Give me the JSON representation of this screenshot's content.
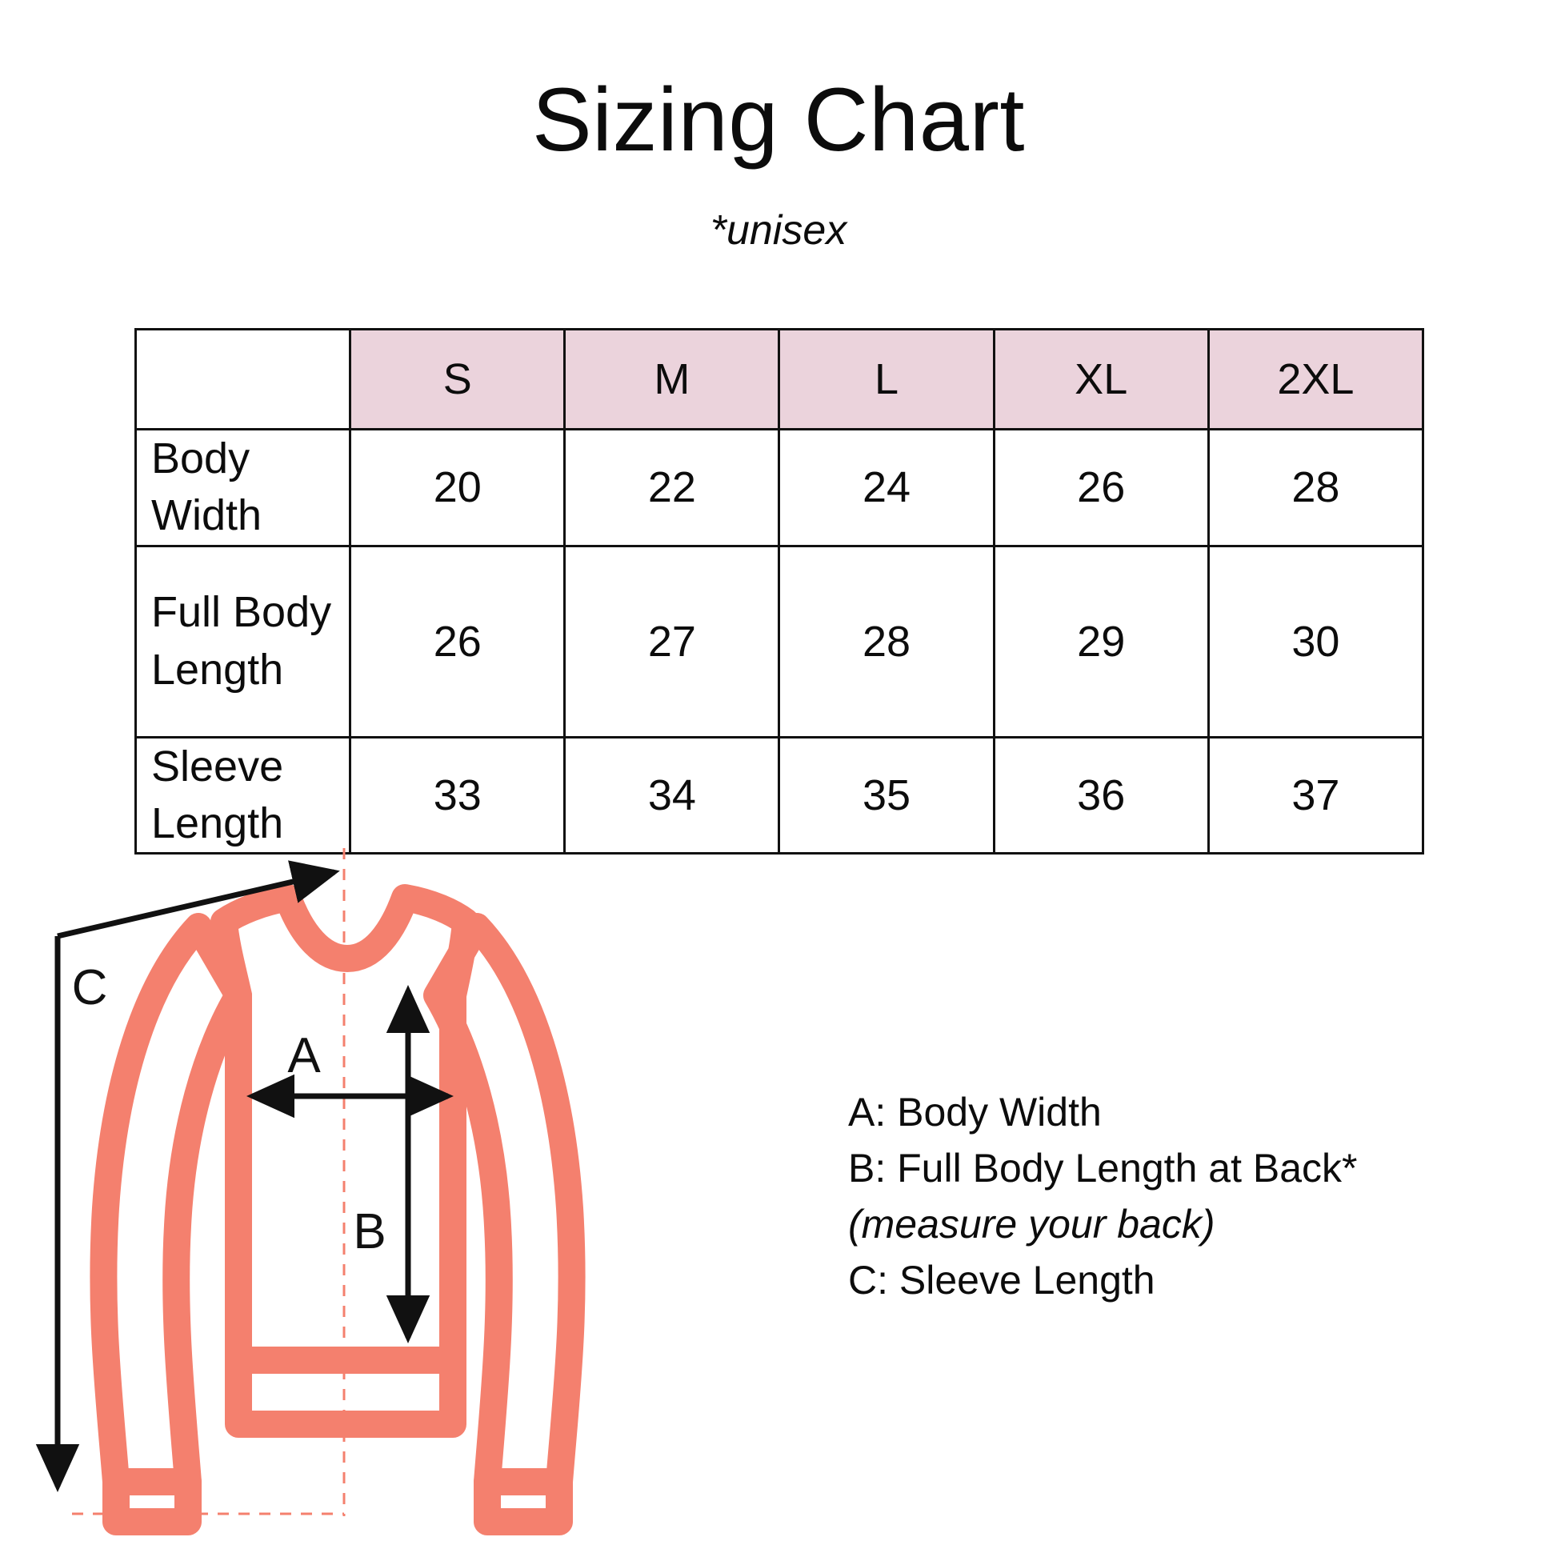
{
  "header": {
    "title": "Sizing Chart",
    "subtitle": "*unisex"
  },
  "colors": {
    "header_pink": "#EBD3DC",
    "garment_coral": "#F4806E",
    "line_black": "#111111",
    "background": "#ffffff"
  },
  "chart_data": {
    "type": "table",
    "title": "Sizing Chart",
    "subtitle": "*unisex",
    "corner_label": "",
    "categories": [
      "S",
      "M",
      "L",
      "XL",
      "2XL"
    ],
    "row_labels": [
      "Body Width",
      "Full Body Length",
      "Sleeve Length"
    ],
    "series": [
      {
        "name": "Body Width",
        "values": [
          20,
          22,
          24,
          26,
          28
        ]
      },
      {
        "name": "Full Body Length",
        "values": [
          26,
          27,
          28,
          29,
          30
        ]
      },
      {
        "name": "Sleeve Length",
        "values": [
          33,
          34,
          35,
          36,
          37
        ]
      }
    ],
    "rows": [
      {
        "label": "Body Width",
        "label_line1": "Body Width",
        "label_line2": "",
        "cells": [
          "20",
          "22",
          "24",
          "26",
          "28"
        ]
      },
      {
        "label": "Full Body Length",
        "label_line1": "Full Body",
        "label_line2": "Length",
        "cells": [
          "26",
          "27",
          "28",
          "29",
          "30"
        ]
      },
      {
        "label": "Sleeve Length",
        "label_line1": "Sleeve Length",
        "label_line2": "",
        "cells": [
          "33",
          "34",
          "35",
          "36",
          "37"
        ]
      }
    ]
  },
  "diagram": {
    "markers": {
      "a": "A",
      "b": "B",
      "c": "C"
    }
  },
  "legend": {
    "line_a": "A: Body Width",
    "line_b": "B: Full Body Length at Back*",
    "line_b_note": "(measure your back)",
    "line_c": "C: Sleeve Length"
  }
}
